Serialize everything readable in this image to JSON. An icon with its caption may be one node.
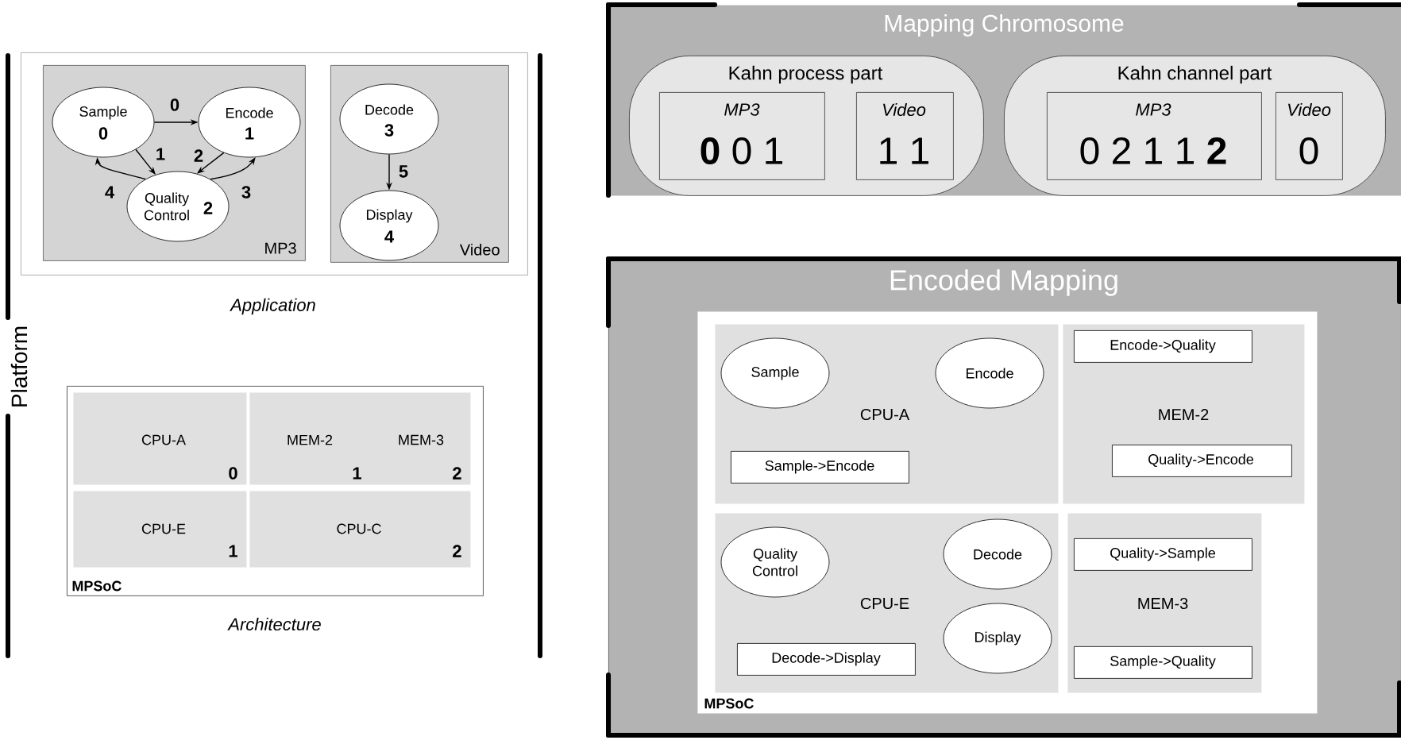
{
  "diagram": {
    "nodes": [
      {
        "text": [
          "Application"
        ]
      },
      {
        "text": [
          "MP3"
        ],
        "in": 0
      },
      {
        "text": [
          "Sample",
          "0"
        ],
        "in": 1
      },
      {
        "text": [
          "Encode",
          "1"
        ],
        "in": 1
      },
      {
        "text": [
          "Quality Control",
          "2"
        ],
        "in": 1
      },
      {
        "text": [
          "Video"
        ],
        "in": 0
      },
      {
        "text": [
          "Decode",
          "3"
        ],
        "in": 5
      },
      {
        "text": [
          "Display",
          "4"
        ],
        "in": 5
      },
      {
        "text": [
          "MPSoC",
          "Architecture"
        ]
      },
      {
        "text": [
          "CPU-A",
          "0"
        ],
        "in": 8
      },
      {
        "text": [
          "MEM-2",
          "1",
          "MEM-3",
          "2"
        ],
        "in": 8
      },
      {
        "text": [
          "CPU-E",
          "1"
        ],
        "in": 8
      },
      {
        "text": [
          "CPU-C",
          "2"
        ],
        "in": 8
      },
      {
        "text": [
          "Mapping Chromosome"
        ]
      },
      {
        "text": [
          "Kahn process part"
        ],
        "in": 13
      },
      {
        "text": [
          "MP3",
          "**0** 0 1"
        ],
        "in": 14
      },
      {
        "text": [
          "Video",
          "1 1"
        ],
        "in": 14
      },
      {
        "text": [
          "Kahn channel part"
        ],
        "in": 13
      },
      {
        "text": [
          "MP3",
          "0 2 1 1 **2**"
        ],
        "in": 17
      },
      {
        "text": [
          "Video",
          "0"
        ],
        "in": 17
      },
      {
        "text": [
          "Encoded Mapping"
        ]
      },
      {
        "text": [
          "MPSoC"
        ],
        "in": 20
      },
      {
        "text": [
          "CPU-A"
        ],
        "in": 21
      },
      {
        "text": [
          "Sample"
        ],
        "in": 22
      },
      {
        "text": [
          "Encode"
        ],
        "in": 22
      },
      {
        "text": [
          "Sample->Encode"
        ],
        "in": 22
      },
      {
        "text": [
          "MEM-2"
        ],
        "in": 21
      },
      {
        "text": [
          "Encode->Quality"
        ],
        "in": 26
      },
      {
        "text": [
          "Quality->Encode"
        ],
        "in": 26
      },
      {
        "text": [
          "CPU-E"
        ],
        "in": 21
      },
      {
        "text": [
          "Quality Control"
        ],
        "in": 29
      },
      {
        "text": [
          "Decode"
        ],
        "in": 29
      },
      {
        "text": [
          "Display"
        ],
        "in": 29
      },
      {
        "text": [
          "Decode->Display"
        ],
        "in": 29
      },
      {
        "text": [
          "MEM-3"
        ],
        "in": 21
      },
      {
        "text": [
          "Quality->Sample"
        ],
        "in": 34
      },
      {
        "text": [
          "Sample->Quality"
        ],
        "in": 34
      }
    ],
    "edges": [
      {
        "from": 2,
        "to": 3,
        "arrow": "to",
        "label": "0"
      },
      {
        "from": 2,
        "to": 4,
        "arrow": "to",
        "label": "1"
      },
      {
        "from": 3,
        "to": 4,
        "arrow": "to",
        "label": "2"
      },
      {
        "from": 4,
        "to": 3,
        "arrow": "to",
        "label": "3"
      },
      {
        "from": 4,
        "to": 2,
        "arrow": "to",
        "label": "4"
      },
      {
        "from": 6,
        "to": 7,
        "arrow": "to",
        "label": "5"
      }
    ],
    "labels": [
      "Platform"
    ]
  }
}
